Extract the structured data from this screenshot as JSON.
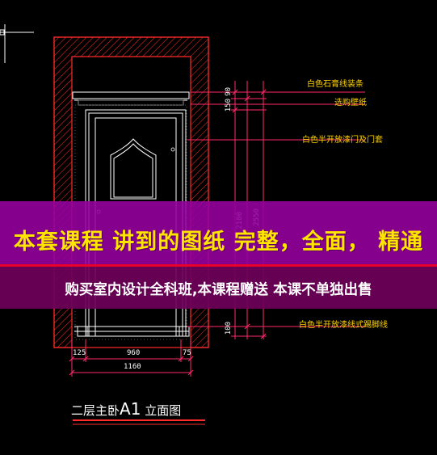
{
  "annotations": {
    "stone_molding": "白色石膏线装条",
    "wallpaper": "选购壁纸",
    "door_frame": "白色半开放漆门及门套",
    "baseboard": "白色半开放漆线式踢脚线"
  },
  "dimensions": {
    "v_top1": "90",
    "v_top2": "150",
    "v_mid1": "2100",
    "v_mid2": "2550",
    "v_bot": "100",
    "left_margin": "125",
    "door_width": "960",
    "right_margin": "75",
    "total_width": "1160"
  },
  "title": {
    "prefix": "二层主卧",
    "code": "A1",
    "suffix": "立面图"
  },
  "banner": {
    "headline": "本套课程 讲到的图纸  完整，全面， 精通",
    "subline": "购买室内设计全科班,本课程赠送 本课不单独出售"
  },
  "colors": {
    "wall_hatch": "#ff2a2a",
    "door_lines": "#ffffff",
    "leader_lines": "#ff2a6a",
    "annotation_text": "#ffd400",
    "banner_purple": "#9600a0",
    "banner_text": "#ffe400"
  }
}
